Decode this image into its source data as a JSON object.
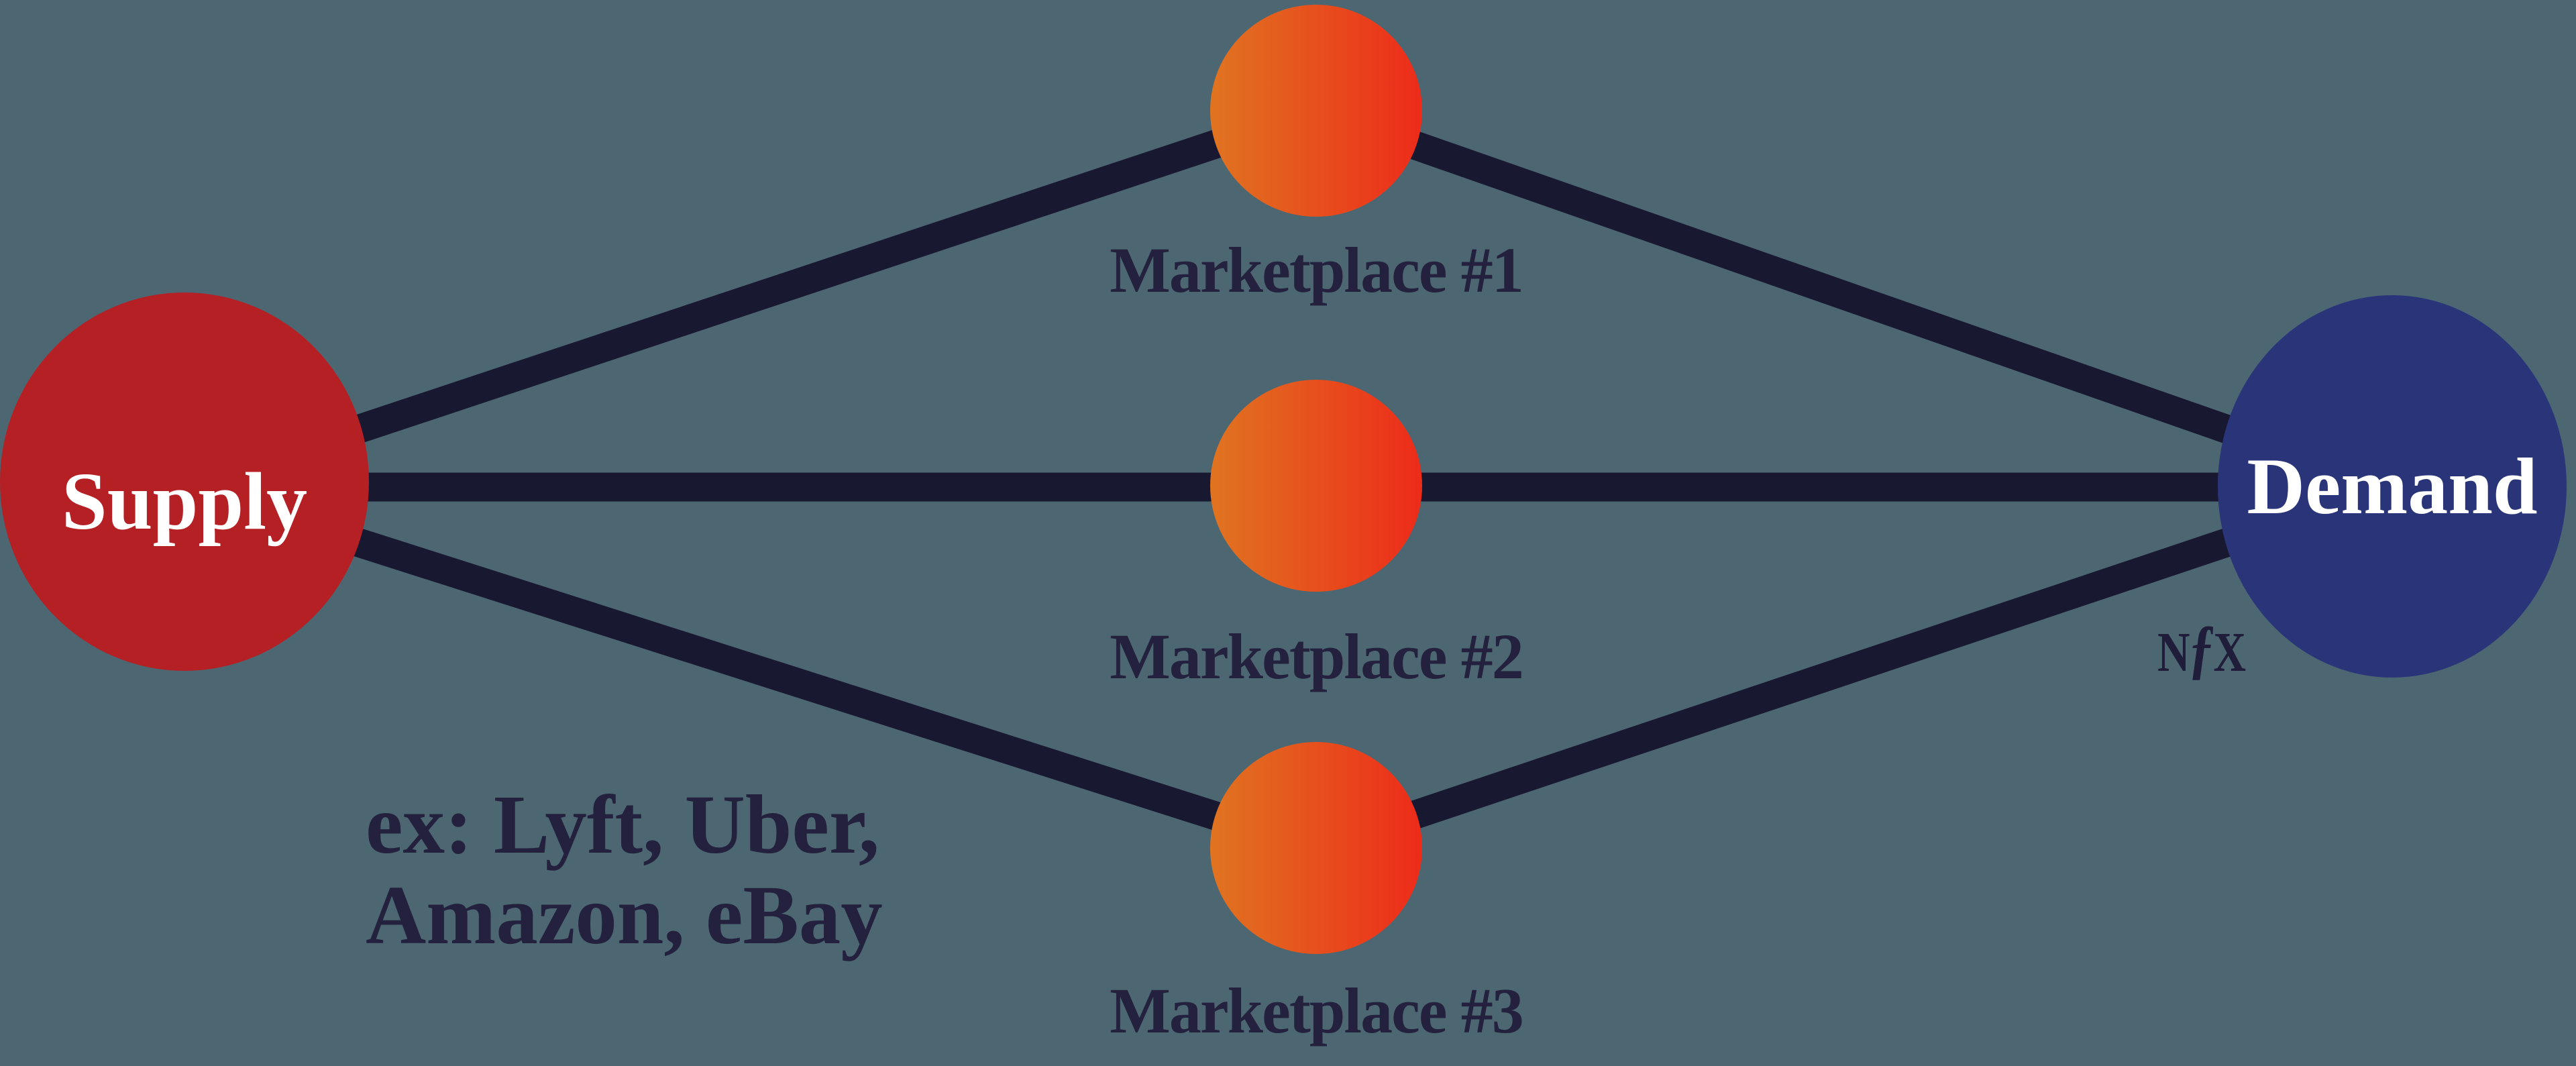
{
  "diagram": {
    "title_semantic": "Marketplace network: supply connected to demand through multiple marketplaces",
    "nodes": {
      "supply": {
        "label": "Supply"
      },
      "demand": {
        "label": "Demand"
      },
      "marketplaces": [
        {
          "label": "Marketplace #1"
        },
        {
          "label": "Marketplace #2"
        },
        {
          "label": "Marketplace #3"
        }
      ]
    },
    "edges": [
      {
        "from": "supply",
        "to": "marketplace-1"
      },
      {
        "from": "supply",
        "to": "marketplace-2"
      },
      {
        "from": "supply",
        "to": "marketplace-3"
      },
      {
        "from": "marketplace-1",
        "to": "demand"
      },
      {
        "from": "marketplace-2",
        "to": "demand"
      },
      {
        "from": "marketplace-3",
        "to": "demand"
      }
    ],
    "examples": {
      "line1": "ex: Lyft, Uber,",
      "line2": "Amazon, eBay"
    },
    "logo": {
      "n": "N",
      "f": "ƒ",
      "x": "X"
    }
  },
  "colors": {
    "background": "#4C6771",
    "edge": "#191831",
    "label": "#23213E",
    "node_text": "#FFFFFF",
    "supply_fill": "#B52025",
    "demand_fill": "#2A3579",
    "marketplace_gradient_start": "#E07420",
    "marketplace_gradient_end": "#ED2B1A",
    "logo": "#201D3B"
  }
}
